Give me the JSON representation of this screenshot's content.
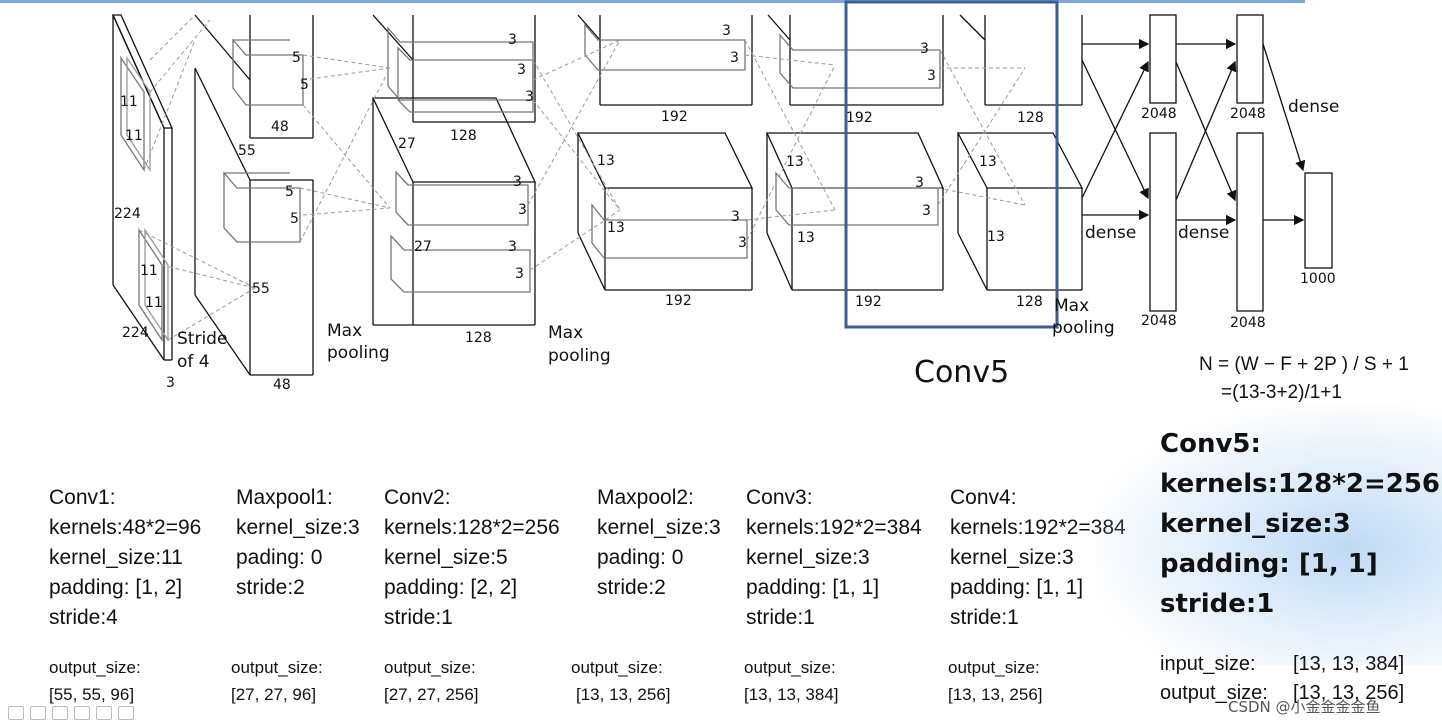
{
  "diagram": {
    "labels": {
      "conv1_11a": "11",
      "conv1_11b": "11",
      "conv1_11c": "11",
      "conv1_11d": "11",
      "input_224a": "224",
      "input_224b": "224",
      "input_3": "3",
      "stride_line1": "Stride",
      "stride_line2": "of 4",
      "l1_55a": "55",
      "l1_55b": "55",
      "l1_48a": "48",
      "l1_48b": "48",
      "l1_k5a": "5",
      "l1_k5b": "5",
      "l1_k5c": "5",
      "l1_k5d": "5",
      "pool1_line1": "Max",
      "pool1_line2": "pooling",
      "l2_27a": "27",
      "l2_27b": "27",
      "l2_128a": "128",
      "l2_128b": "128",
      "l2_k3": "3",
      "pool2_line1": "Max",
      "pool2_line2": "pooling",
      "l3_13a": "13",
      "l3_13b": "13",
      "l3_192a": "192",
      "l3_192b": "192",
      "l4_13a": "13",
      "l4_13b": "13",
      "l4_192a": "192",
      "l4_192b": "192",
      "l5_13a": "13",
      "l5_13b": "13",
      "l5_128a": "128",
      "l5_128b": "128",
      "pool3_line1": "Max",
      "pool3_line2": "pooling",
      "fc_2048a": "2048",
      "fc_2048b": "2048",
      "fc_2048c": "2048",
      "fc_2048d": "2048",
      "dense_a": "dense",
      "dense_b": "dense",
      "dense_c": "dense",
      "out_1000": "1000",
      "conv5_title": "Conv5"
    }
  },
  "formula": {
    "line1": "N = (W − F + 2P ) / S + 1",
    "line2": "=(13-3+2)/1+1"
  },
  "layers": [
    {
      "title": "Conv1:",
      "lines": [
        "kernels:48*2=96",
        "kernel_size:11",
        "padding: [1, 2]",
        "stride:4"
      ],
      "out_label": "output_size:",
      "out_value": "[55, 55, 96]"
    },
    {
      "title": "Maxpool1:",
      "lines": [
        "kernel_size:3",
        "pading: 0",
        "stride:2"
      ],
      "out_label": "output_size:",
      "out_value": "[27, 27, 96]"
    },
    {
      "title": "Conv2:",
      "lines": [
        "kernels:128*2=256",
        "kernel_size:5",
        "padding: [2, 2]",
        "stride:1"
      ],
      "out_label": "output_size:",
      "out_value": "[27, 27, 256]"
    },
    {
      "title": "Maxpool2:",
      "lines": [
        "kernel_size:3",
        "pading: 0",
        "stride:2"
      ],
      "out_label": "output_size:",
      "out_value": "[13, 13, 256]"
    },
    {
      "title": "Conv3:",
      "lines": [
        "kernels:192*2=384",
        "kernel_size:3",
        "padding: [1, 1]",
        "stride:1"
      ],
      "out_label": "output_size:",
      "out_value": "[13, 13, 384]"
    },
    {
      "title": "Conv4:",
      "lines": [
        "kernels:192*2=384",
        "kernel_size:3",
        "padding: [1, 1]",
        "stride:1"
      ],
      "out_label": "output_size:",
      "out_value": "[13, 13, 256]"
    }
  ],
  "conv5": {
    "title": "Conv5:",
    "lines": [
      "kernels:128*2=256",
      "kernel_size:3",
      "padding: [1, 1]",
      "stride:1"
    ],
    "input_label": "input_size:",
    "input_value": "[13, 13, 384]",
    "output_label": "output_size:",
    "output_value": "[13, 13, 256]"
  },
  "watermark": "CSDN @小金金金金鱼",
  "colors": {
    "highlight_box": "#3a5f95",
    "top_line": "#7ea6d8",
    "glow": "#b4d2f0"
  }
}
